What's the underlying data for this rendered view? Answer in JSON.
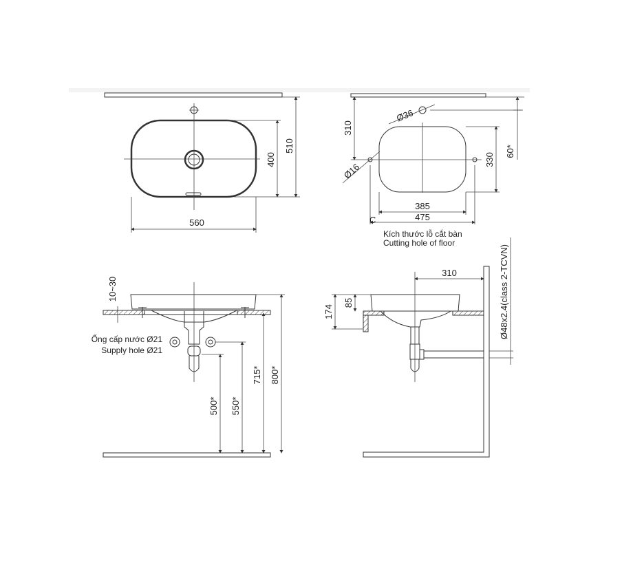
{
  "top_view": {
    "width": "560",
    "depth": "400",
    "wall_to_front": "510"
  },
  "cutting_hole_view": {
    "wall_to_center": "310",
    "tap_hole": "Ø36",
    "fixing_hole": "Ø16",
    "hole_depth": "330",
    "tap_offset": "60*",
    "hole_width": "385",
    "fixing_spacing": "475",
    "corner_mark": "C",
    "caption_vi": "Kích thước lỗ cắt bàn",
    "caption_en": "Cutting hole of floor"
  },
  "front_view": {
    "rim_height": "10~30",
    "supply_label_vi": "Ống cấp nước Ø21",
    "supply_label_en": "Supply hole Ø21",
    "trap_height": "500*",
    "supply_height": "550*",
    "counter_height": "715*",
    "rim_total_height": "800*"
  },
  "side_view": {
    "wall_to_drain": "310",
    "basin_height": "85",
    "total_height": "174",
    "pipe_spec": "Ø48x2.4(class 2-TCVN)"
  },
  "colors": {
    "line": "#333333",
    "background": "#ffffff"
  }
}
